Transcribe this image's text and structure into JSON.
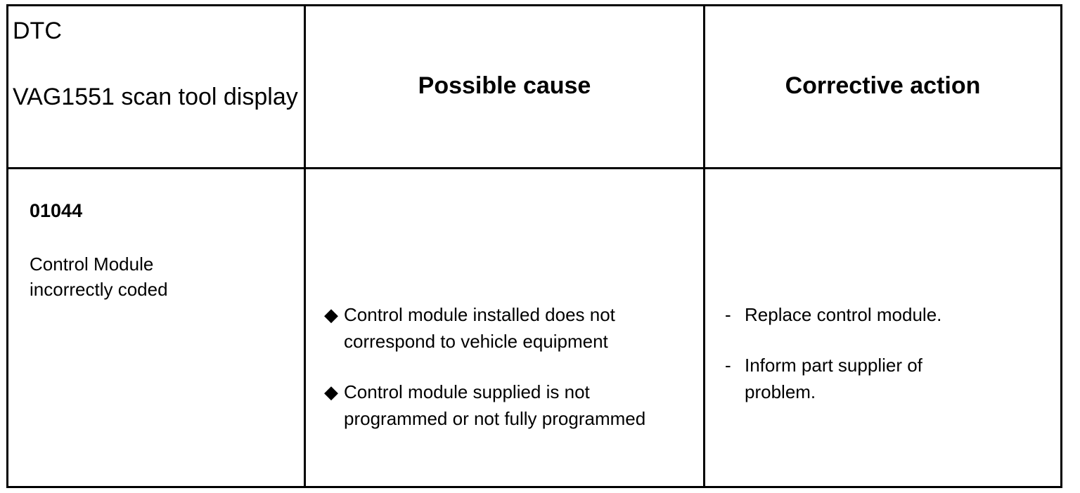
{
  "table": {
    "headers": {
      "dtc_line1": "DTC",
      "dtc_line2": "VAG1551 scan tool display",
      "cause": "Possible cause",
      "action": "Corrective action"
    },
    "rows": [
      {
        "dtc_code": "01044",
        "dtc_description": "Control Module incorrectly coded",
        "causes": [
          "Control module installed does not correspond to vehicle equipment",
          "Control module supplied is not programmed or not fully programmed"
        ],
        "actions": [
          "Replace control module.",
          "Inform part supplier of problem."
        ]
      }
    ]
  },
  "glyphs": {
    "bullet": "◆",
    "dash": "-"
  }
}
